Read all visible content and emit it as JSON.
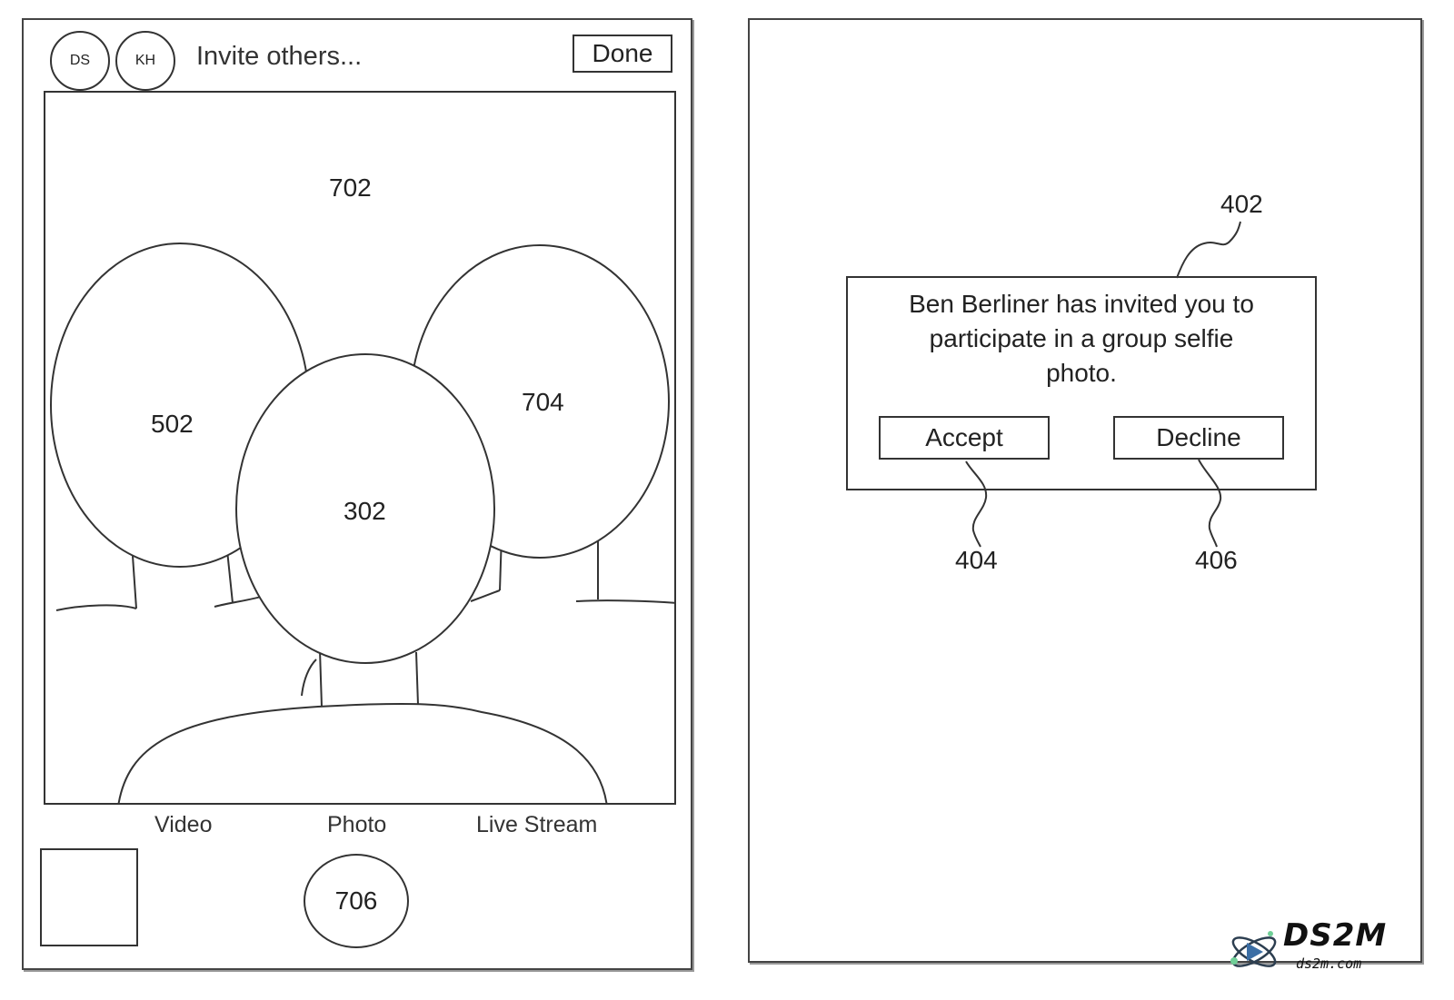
{
  "left_screen": {
    "header": {
      "avatars": [
        "DS",
        "KH"
      ],
      "invite_placeholder": "Invite others...",
      "done_label": "Done"
    },
    "viewfinder": {
      "scene_label": "702",
      "faces": [
        "502",
        "704",
        "302"
      ]
    },
    "modes": [
      "Video",
      "Photo",
      "Live Stream"
    ],
    "shutter_label": "706"
  },
  "right_screen": {
    "dialog": {
      "callout": "402",
      "message_lines": [
        "Ben Berliner has invited you to",
        "participate in a group selfie",
        "photo."
      ],
      "accept_label": "Accept",
      "decline_label": "Decline",
      "accept_callout": "404",
      "decline_callout": "406"
    }
  },
  "watermark": {
    "brand": "DS2M",
    "site": "ds2m.com"
  },
  "colors": {
    "line": "#333333",
    "background": "#ffffff"
  }
}
